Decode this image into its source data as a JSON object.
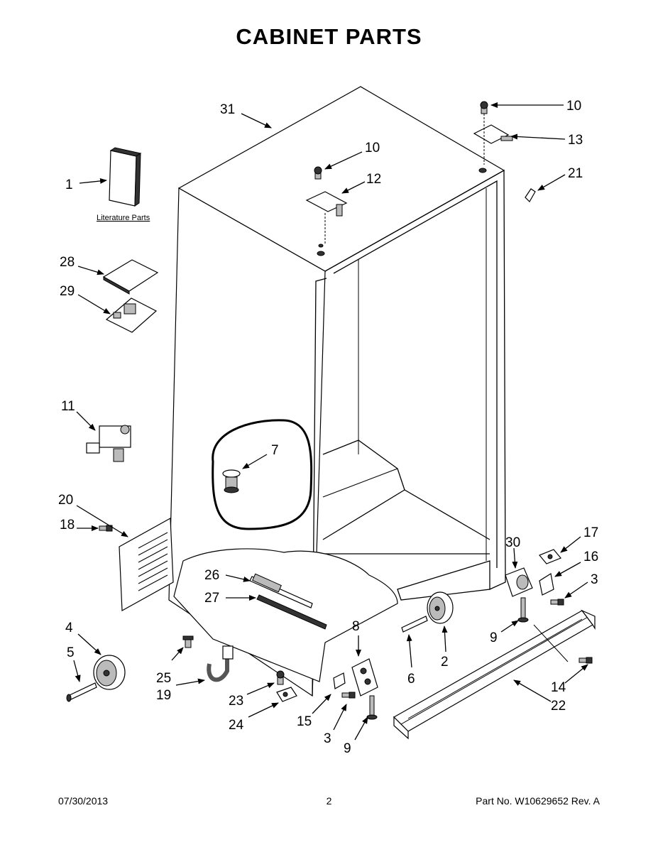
{
  "title": "CABINET PARTS",
  "literature_label": "Literature Parts",
  "callouts": {
    "c1": "1",
    "c2": "2",
    "c3a": "3",
    "c3b": "3",
    "c4": "4",
    "c5": "5",
    "c6": "6",
    "c7": "7",
    "c8": "8",
    "c9a": "9",
    "c9b": "9",
    "c10a": "10",
    "c10b": "10",
    "c11": "11",
    "c12": "12",
    "c13": "13",
    "c14": "14",
    "c15": "15",
    "c16": "16",
    "c17": "17",
    "c18": "18",
    "c19": "19",
    "c20": "20",
    "c21": "21",
    "c22": "22",
    "c23": "23",
    "c24": "24",
    "c25": "25",
    "c26": "26",
    "c27": "27",
    "c28": "28",
    "c29": "29",
    "c30": "30",
    "c31": "31"
  },
  "footer": {
    "date": "07/30/2013",
    "page": "2",
    "part": "Part No.  W10629652  Rev.  A"
  }
}
